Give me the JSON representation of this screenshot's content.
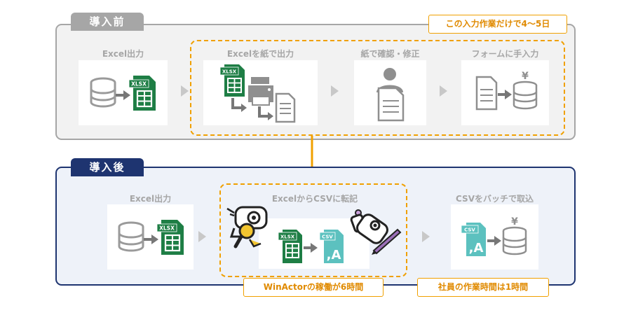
{
  "before": {
    "tab": "導入前",
    "note": "この入力作業だけで4〜5日",
    "steps": [
      "Excel出力",
      "Excelを紙で出力",
      "紙で確認・修正",
      "フォームに手入力"
    ]
  },
  "after": {
    "tab": "導入後",
    "steps": [
      "Excel出力",
      "ExcelからCSVに転記",
      "CSVをバッチで取込"
    ],
    "note_winactor": "WinActorの稼働が6時間",
    "note_staff": "社員の作業時間は1時間"
  },
  "file_labels": {
    "xlsx": "XLSX",
    "csv": "CSV",
    "csv_glyph": ",A",
    "yen": "¥"
  },
  "icons": [
    "database-icon",
    "excel-file-icon",
    "printer-icon",
    "document-icon",
    "person-icon",
    "coin-stack-icon",
    "csv-file-icon",
    "robot-icon",
    "magnifier-icon",
    "pen-icon"
  ],
  "colors": {
    "orange_accent": "#f0a000",
    "navy": "#1e3470",
    "gray": "#a6a6a6",
    "excel_green": "#1e7e45",
    "csv_teal": "#5cc1bf"
  }
}
